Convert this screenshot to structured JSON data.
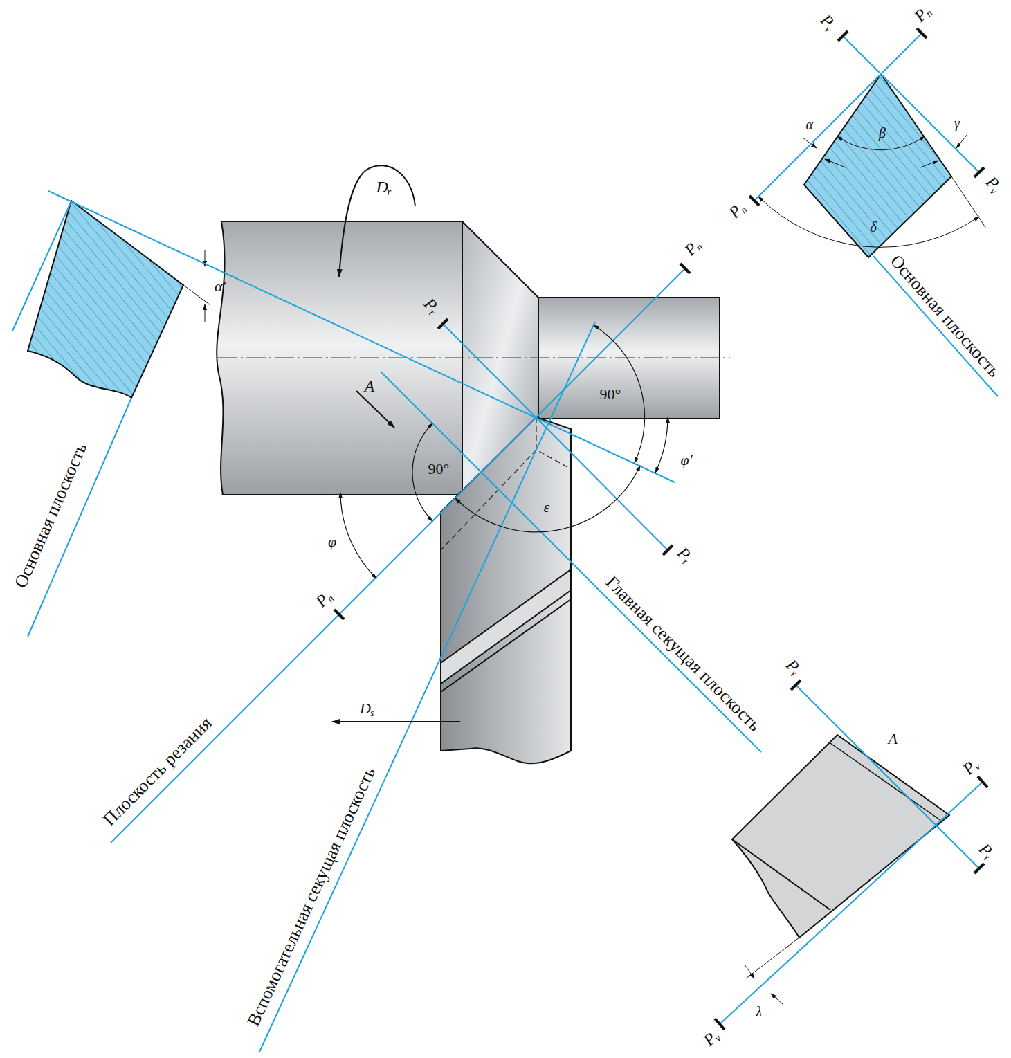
{
  "diagram": {
    "labels": [
      "D",
      "r",
      "A",
      "90°",
      "90°",
      "φ",
      "φ′",
      "ε",
      "P",
      "n",
      "P",
      "n",
      "P",
      "τ",
      "P",
      "τ",
      "D",
      "s",
      "Основная плоскость",
      "α′",
      "Плоскость резания",
      "Вспомогательная секущая плоскость",
      "Главная секущая плоскость",
      "P",
      "v",
      "P",
      "n",
      "α",
      "β",
      "γ",
      "δ",
      "P",
      "v",
      "P",
      "n",
      "Основная плоскость",
      "P",
      "τ",
      "A",
      "P",
      "v",
      "P",
      "τ",
      "P",
      "v",
      "−λ"
    ]
  }
}
